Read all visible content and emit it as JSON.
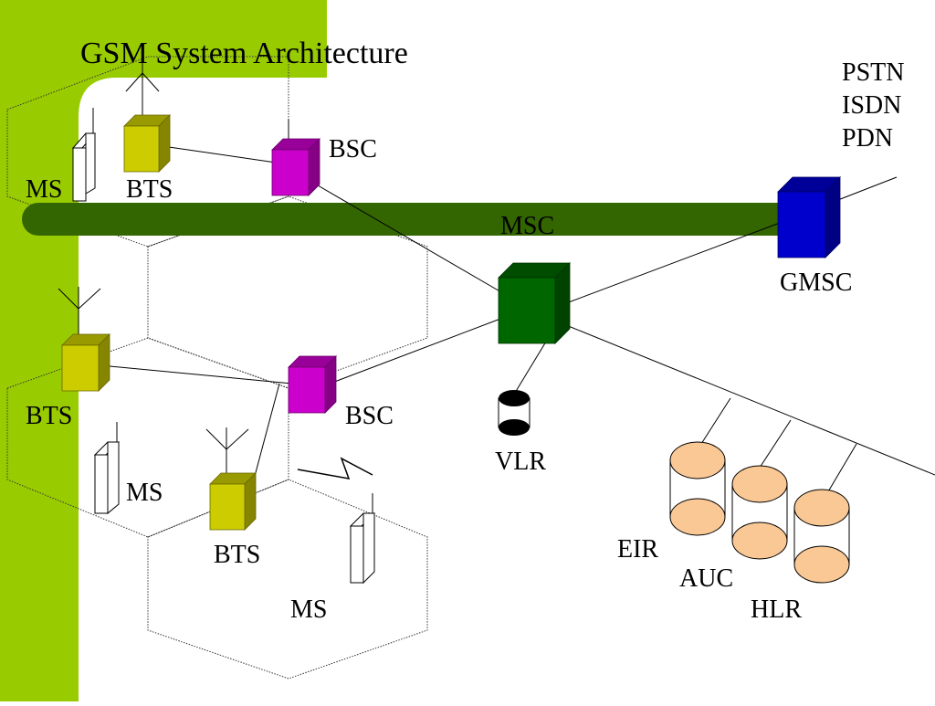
{
  "title": "GSM System Architecture",
  "colors": {
    "sidebar": "#99cc00",
    "backbone": "#336600",
    "bts": "#cccc00",
    "bsc": "#cc00cc",
    "msc": "#006600",
    "gmsc": "#0000cc",
    "database": "#fac895"
  },
  "labels": {
    "network_pstn": "PSTN",
    "network_isdn": "ISDN",
    "network_pdn": "PDN",
    "bsc_top": "BSC",
    "bsc_mid": "BSC",
    "ms_top": "MS",
    "ms_mid": "MS",
    "ms_bottom": "MS",
    "bts_top": "BTS",
    "bts_left": "BTS",
    "bts_bottom": "BTS",
    "msc": "MSC",
    "gmsc": "GMSC",
    "vlr": "VLR",
    "eir": "EIR",
    "auc": "AUC",
    "hlr": "HLR"
  }
}
